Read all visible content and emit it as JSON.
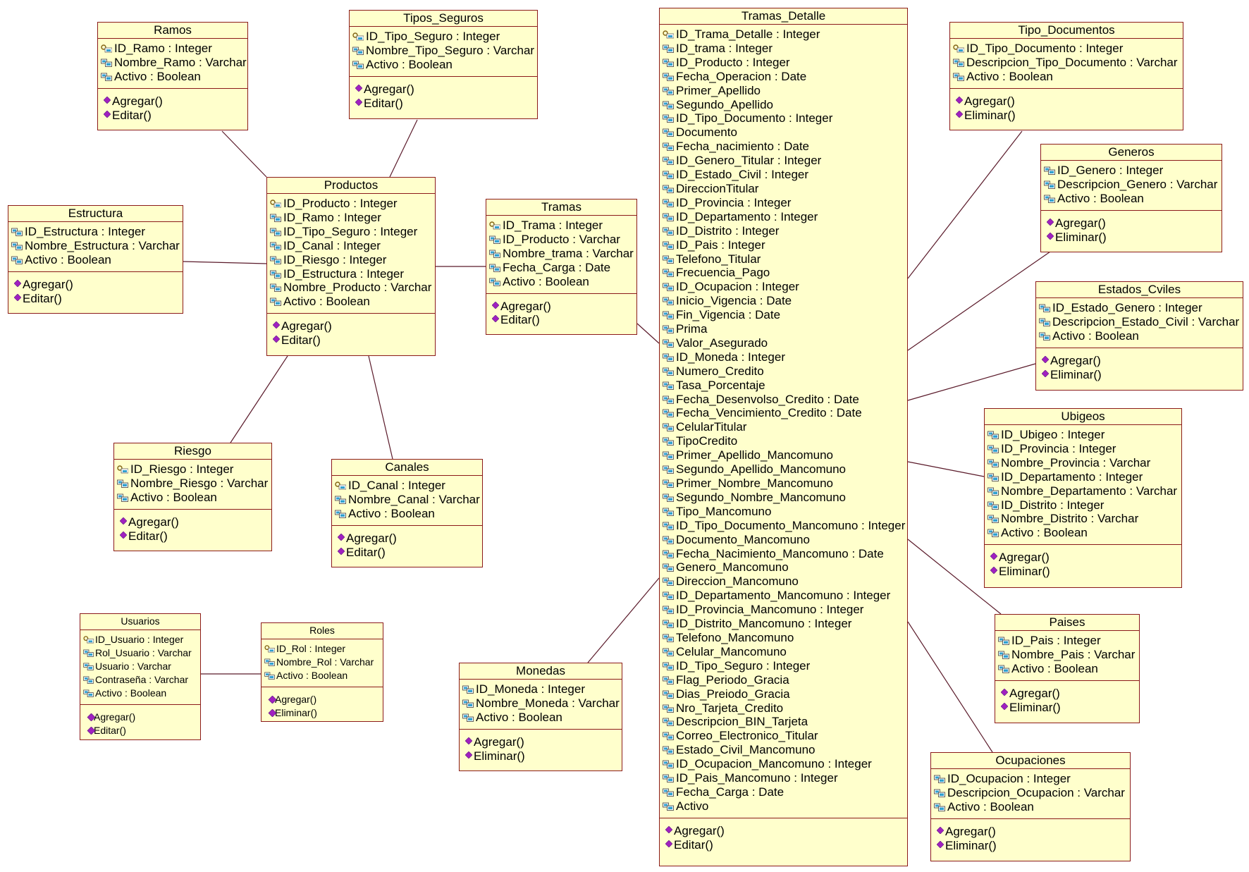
{
  "colors": {
    "box_fill": "#ffffcc",
    "box_border": "#8b1a1a",
    "line": "#5a1a2a",
    "operation_icon": "#a020c0",
    "attribute_icon": "#30a0d0"
  },
  "classes": {
    "ramos": {
      "title": "Ramos",
      "attributes": [
        {
          "text": "ID_Ramo : Integer",
          "key": true
        },
        {
          "text": "Nombre_Ramo : Varchar",
          "key": false
        },
        {
          "text": "Activo : Boolean",
          "key": false
        }
      ],
      "operations": [
        "Agregar()",
        "Editar()"
      ]
    },
    "tipos_seguros": {
      "title": "Tipos_Seguros",
      "attributes": [
        {
          "text": "ID_Tipo_Seguro : Integer",
          "key": true
        },
        {
          "text": "Nombre_Tipo_Seguro : Varchar",
          "key": false
        },
        {
          "text": "Activo : Boolean",
          "key": false
        }
      ],
      "operations": [
        "Agregar()",
        "Editar()"
      ]
    },
    "productos": {
      "title": "Productos",
      "attributes": [
        {
          "text": "ID_Producto : Integer",
          "key": true
        },
        {
          "text": "ID_Ramo : Integer",
          "key": false
        },
        {
          "text": "ID_Tipo_Seguro : Integer",
          "key": false
        },
        {
          "text": "ID_Canal : Integer",
          "key": false
        },
        {
          "text": "ID_Riesgo : Integer",
          "key": false
        },
        {
          "text": "ID_Estructura : Integer",
          "key": false
        },
        {
          "text": "Nombre_Producto : Varchar",
          "key": false
        },
        {
          "text": "Activo : Boolean",
          "key": false
        }
      ],
      "operations": [
        "Agregar()",
        "Editar()"
      ]
    },
    "estructura": {
      "title": "Estructura",
      "attributes": [
        {
          "text": "ID_Estructura : Integer",
          "key": false
        },
        {
          "text": "Nombre_Estructura : Varchar",
          "key": false
        },
        {
          "text": "Activo : Boolean",
          "key": false
        }
      ],
      "operations": [
        "Agregar()",
        "Editar()"
      ]
    },
    "tramas": {
      "title": "Tramas",
      "attributes": [
        {
          "text": "ID_Trama : Integer",
          "key": true
        },
        {
          "text": "ID_Producto : Varchar",
          "key": false
        },
        {
          "text": "Nombre_trama : Varchar",
          "key": false
        },
        {
          "text": "Fecha_Carga : Date",
          "key": false
        },
        {
          "text": "Activo : Boolean",
          "key": false
        }
      ],
      "operations": [
        "Agregar()",
        "Editar()"
      ]
    },
    "riesgo": {
      "title": "Riesgo",
      "attributes": [
        {
          "text": "ID_Riesgo : Integer",
          "key": true
        },
        {
          "text": "Nombre_Riesgo : Varchar",
          "key": false
        },
        {
          "text": "Activo : Boolean",
          "key": false
        }
      ],
      "operations": [
        "Agregar()",
        "Editar()"
      ]
    },
    "canales": {
      "title": "Canales",
      "attributes": [
        {
          "text": "ID_Canal : Integer",
          "key": true
        },
        {
          "text": "Nombre_Canal : Varchar",
          "key": false
        },
        {
          "text": "Activo : Boolean",
          "key": false
        }
      ],
      "operations": [
        "Agregar()",
        "Editar()"
      ]
    },
    "usuarios": {
      "title": "Usuarios",
      "attributes": [
        {
          "text": "ID_Usuario : Integer",
          "key": true
        },
        {
          "text": "Rol_Usuario : Varchar",
          "key": false
        },
        {
          "text": "Usuario : Varchar",
          "key": false
        },
        {
          "text": "Contraseña : Varchar",
          "key": false
        },
        {
          "text": "Activo : Boolean",
          "key": false
        }
      ],
      "operations": [
        "Agregar()",
        "Editar()"
      ]
    },
    "roles": {
      "title": "Roles",
      "attributes": [
        {
          "text": "ID_Rol : Integer",
          "key": true
        },
        {
          "text": "Nombre_Rol : Varchar",
          "key": false
        },
        {
          "text": "Activo : Boolean",
          "key": false
        }
      ],
      "operations": [
        "Agregar()",
        "Eliminar()"
      ]
    },
    "monedas": {
      "title": "Monedas",
      "attributes": [
        {
          "text": "ID_Moneda : Integer",
          "key": false
        },
        {
          "text": "Nombre_Moneda : Varchar",
          "key": false
        },
        {
          "text": "Activo : Boolean",
          "key": false
        }
      ],
      "operations": [
        "Agregar()",
        "Eliminar()"
      ]
    },
    "tramas_detalle": {
      "title": "Tramas_Detalle",
      "attributes": [
        {
          "text": "ID_Trama_Detalle : Integer",
          "key": true
        },
        {
          "text": "ID_trama : Integer",
          "key": false
        },
        {
          "text": "ID_Producto : Integer",
          "key": false
        },
        {
          "text": "Fecha_Operacion : Date",
          "key": false
        },
        {
          "text": "Primer_Apellido",
          "key": false
        },
        {
          "text": "Segundo_Apellido",
          "key": false
        },
        {
          "text": "ID_Tipo_Documento : Integer",
          "key": false
        },
        {
          "text": "Documento",
          "key": false
        },
        {
          "text": "Fecha_nacimiento : Date",
          "key": false
        },
        {
          "text": "ID_Genero_Titular : Integer",
          "key": false
        },
        {
          "text": "ID_Estado_Civil : Integer",
          "key": false
        },
        {
          "text": "DireccionTitular",
          "key": false
        },
        {
          "text": "ID_Provincia : Integer",
          "key": false
        },
        {
          "text": "ID_Departamento : Integer",
          "key": false
        },
        {
          "text": "ID_Distrito : Integer",
          "key": false
        },
        {
          "text": "ID_Pais : Integer",
          "key": false
        },
        {
          "text": "Telefono_Titular",
          "key": false
        },
        {
          "text": "Frecuencia_Pago",
          "key": false
        },
        {
          "text": "ID_Ocupacion : Integer",
          "key": false
        },
        {
          "text": "Inicio_Vigencia : Date",
          "key": false
        },
        {
          "text": "Fin_Vigencia : Date",
          "key": false
        },
        {
          "text": "Prima",
          "key": false
        },
        {
          "text": "Valor_Asegurado",
          "key": false
        },
        {
          "text": "ID_Moneda : Integer",
          "key": false
        },
        {
          "text": "Numero_Credito",
          "key": false
        },
        {
          "text": "Tasa_Porcentaje",
          "key": false
        },
        {
          "text": "Fecha_Desenvolso_Credito : Date",
          "key": false
        },
        {
          "text": "Fecha_Vencimiento_Credito : Date",
          "key": false
        },
        {
          "text": "CelularTitular",
          "key": false
        },
        {
          "text": "TipoCredito",
          "key": false
        },
        {
          "text": "Primer_Apellido_Mancomuno",
          "key": false
        },
        {
          "text": "Segundo_Apellido_Mancomuno",
          "key": false
        },
        {
          "text": "Primer_Nombre_Mancomuno",
          "key": false
        },
        {
          "text": "Segundo_Nombre_Mancomuno",
          "key": false
        },
        {
          "text": "Tipo_Mancomuno",
          "key": false
        },
        {
          "text": "ID_Tipo_Documento_Mancomuno : Integer",
          "key": false
        },
        {
          "text": "Documento_Mancomuno",
          "key": false
        },
        {
          "text": "Fecha_Nacimiento_Mancomuno : Date",
          "key": false
        },
        {
          "text": "Genero_Mancomuno",
          "key": false
        },
        {
          "text": "Direccion_Mancomuno",
          "key": false
        },
        {
          "text": "ID_Departamento_Mancomuno : Integer",
          "key": false
        },
        {
          "text": "ID_Provincia_Mancomuno : Integer",
          "key": false
        },
        {
          "text": "ID_Distrito_Mancomuno : Integer",
          "key": false
        },
        {
          "text": "Telefono_Mancomuno",
          "key": false
        },
        {
          "text": "Celular_Mancomuno",
          "key": false
        },
        {
          "text": "ID_Tipo_Seguro : Integer",
          "key": false
        },
        {
          "text": "Flag_Periodo_Gracia",
          "key": false
        },
        {
          "text": "Dias_Preiodo_Gracia",
          "key": false
        },
        {
          "text": "Nro_Tarjeta_Credito",
          "key": false
        },
        {
          "text": "Descripcion_BIN_Tarjeta",
          "key": false
        },
        {
          "text": "Correo_Electronico_Titular",
          "key": false
        },
        {
          "text": "Estado_Civil_Mancomuno",
          "key": false
        },
        {
          "text": "ID_Ocupacion_Mancomuno : Integer",
          "key": false
        },
        {
          "text": "ID_Pais_Mancomuno : Integer",
          "key": false
        },
        {
          "text": "Fecha_Carga : Date",
          "key": false
        },
        {
          "text": "Activo",
          "key": false
        }
      ],
      "operations": [
        "Agregar()",
        "Editar()"
      ]
    },
    "tipo_documentos": {
      "title": "Tipo_Documentos",
      "attributes": [
        {
          "text": "ID_Tipo_Documento : Integer",
          "key": true
        },
        {
          "text": "Descripcion_Tipo_Documento : Varchar",
          "key": false
        },
        {
          "text": "Activo : Boolean",
          "key": false
        }
      ],
      "operations": [
        "Agregar()",
        "Eliminar()"
      ]
    },
    "generos": {
      "title": "Generos",
      "attributes": [
        {
          "text": "ID_Genero : Integer",
          "key": false
        },
        {
          "text": "Descripcion_Genero : Varchar",
          "key": false
        },
        {
          "text": "Activo : Boolean",
          "key": false
        }
      ],
      "operations": [
        "Agregar()",
        "Eliminar()"
      ]
    },
    "estados_civiles": {
      "title": "Estados_Cviles",
      "attributes": [
        {
          "text": "ID_Estado_Genero : Integer",
          "key": false
        },
        {
          "text": "Descripcion_Estado_Civil : Varchar",
          "key": false
        },
        {
          "text": "Activo : Boolean",
          "key": false
        }
      ],
      "operations": [
        "Agregar()",
        "Eliminar()"
      ]
    },
    "ubigeos": {
      "title": "Ubigeos",
      "attributes": [
        {
          "text": "ID_Ubigeo : Integer",
          "key": false
        },
        {
          "text": "ID_Provincia : Integer",
          "key": false
        },
        {
          "text": "Nombre_Provincia : Varchar",
          "key": false
        },
        {
          "text": "ID_Departamento : Integer",
          "key": false
        },
        {
          "text": "Nombre_Departamento : Varchar",
          "key": false
        },
        {
          "text": "ID_Distrito : Integer",
          "key": false
        },
        {
          "text": "Nombre_Distrito : Varchar",
          "key": false
        },
        {
          "text": "Activo : Boolean",
          "key": false
        }
      ],
      "operations": [
        "Agregar()",
        "Eliminar()"
      ]
    },
    "paises": {
      "title": "Paises",
      "attributes": [
        {
          "text": "ID_Pais : Integer",
          "key": false
        },
        {
          "text": "Nombre_Pais : Varchar",
          "key": false
        },
        {
          "text": "Activo : Boolean",
          "key": false
        }
      ],
      "operations": [
        "Agregar()",
        "Eliminar()"
      ]
    },
    "ocupaciones": {
      "title": "Ocupaciones",
      "attributes": [
        {
          "text": "ID_Ocupacion : Integer",
          "key": false
        },
        {
          "text": "Descripcion_Ocupacion : Varchar",
          "key": false
        },
        {
          "text": "Activo : Boolean",
          "key": false
        }
      ],
      "operations": [
        "Agregar()",
        "Eliminar()"
      ]
    }
  }
}
